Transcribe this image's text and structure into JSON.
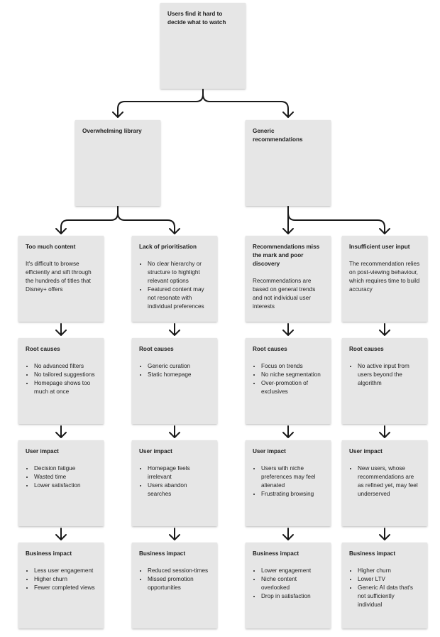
{
  "root": {
    "title": "Users find it hard to decide what to watch"
  },
  "branches": [
    {
      "title": "Overwhelming library",
      "problems": [
        {
          "title": "Too much content",
          "description": "It's difficult to browse efficiently and sift through the hundreds of titles that Disney+ offers",
          "stages": [
            {
              "title": "Root causes",
              "items": [
                "No advanced filters",
                "No tailored suggestions",
                "Homepage shows too much at once"
              ]
            },
            {
              "title": "User impact",
              "items": [
                "Decision fatigue",
                "Wasted time",
                "Lower satisfaction"
              ]
            },
            {
              "title": "Business impact",
              "items": [
                "Less user engagement",
                "Higher churn",
                "Fewer completed views"
              ]
            }
          ]
        },
        {
          "title": "Lack of prioritisation",
          "items": [
            "No clear hierarchy or structure to highlight relevant options",
            "Featured content may not resonate with individual preferences"
          ],
          "stages": [
            {
              "title": "Root causes",
              "items": [
                "Generic curation",
                "Static homepage"
              ]
            },
            {
              "title": "User impact",
              "items": [
                "Homepage feels irrelevant",
                "Users abandon searches"
              ]
            },
            {
              "title": "Business impact",
              "items": [
                "Reduced session-times",
                "Missed promotion opportunities"
              ]
            }
          ]
        }
      ]
    },
    {
      "title": "Generic recommendations",
      "problems": [
        {
          "title": "Recommendations miss the mark and poor discovery",
          "description": "Recommendations are based on general trends and not individual user interests",
          "stages": [
            {
              "title": "Root causes",
              "items": [
                "Focus on trends",
                "No niche segmentation",
                "Over-promotion of exclusives"
              ]
            },
            {
              "title": "User impact",
              "items": [
                "Users with niche preferences may feel alienated",
                "Frustrating browsing"
              ]
            },
            {
              "title": "Business impact",
              "items": [
                "Lower engagement",
                "Niche content overlooked",
                "Drop in satisfaction"
              ]
            }
          ]
        },
        {
          "title": "Insufficient user input",
          "description": "The recommendation relies on post-viewing behaviour, which requires time to build accuracy",
          "stages": [
            {
              "title": "Root causes",
              "items": [
                "No active input from users beyond the algorithm"
              ]
            },
            {
              "title": "User impact",
              "items": [
                "New users, whose recommendations are as refined yet, may feel underserved"
              ]
            },
            {
              "title": "Business impact",
              "items": [
                "Higher churn",
                "Lower LTV",
                "Generic AI data that's not sufficiently individual"
              ]
            }
          ]
        }
      ]
    }
  ]
}
